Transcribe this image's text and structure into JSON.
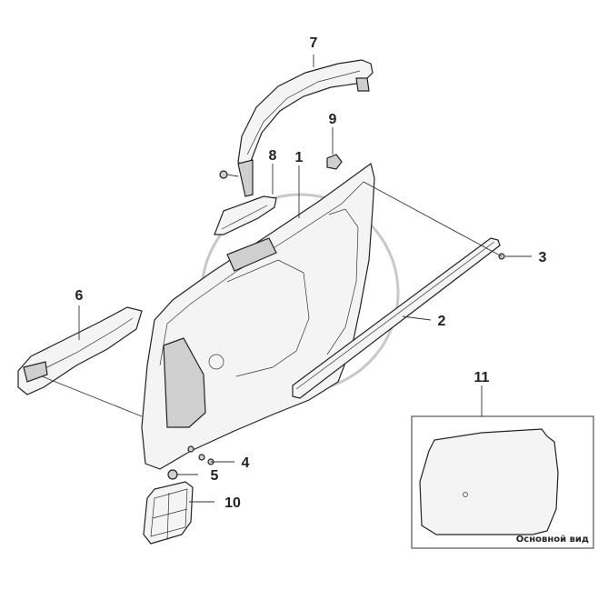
{
  "diagram": {
    "callouts": [
      {
        "id": "1",
        "label": "1"
      },
      {
        "id": "2",
        "label": "2"
      },
      {
        "id": "3",
        "label": "3"
      },
      {
        "id": "4",
        "label": "4"
      },
      {
        "id": "5",
        "label": "5"
      },
      {
        "id": "6",
        "label": "6"
      },
      {
        "id": "7",
        "label": "7"
      },
      {
        "id": "8",
        "label": "8"
      },
      {
        "id": "9",
        "label": "9"
      },
      {
        "id": "10",
        "label": "10"
      },
      {
        "id": "11",
        "label": "11"
      }
    ],
    "inset_view_label": "Основной вид",
    "colors": {
      "line": "#222222",
      "watermark": "#c8c8c8",
      "part_fill": "#f4f4f4"
    }
  }
}
